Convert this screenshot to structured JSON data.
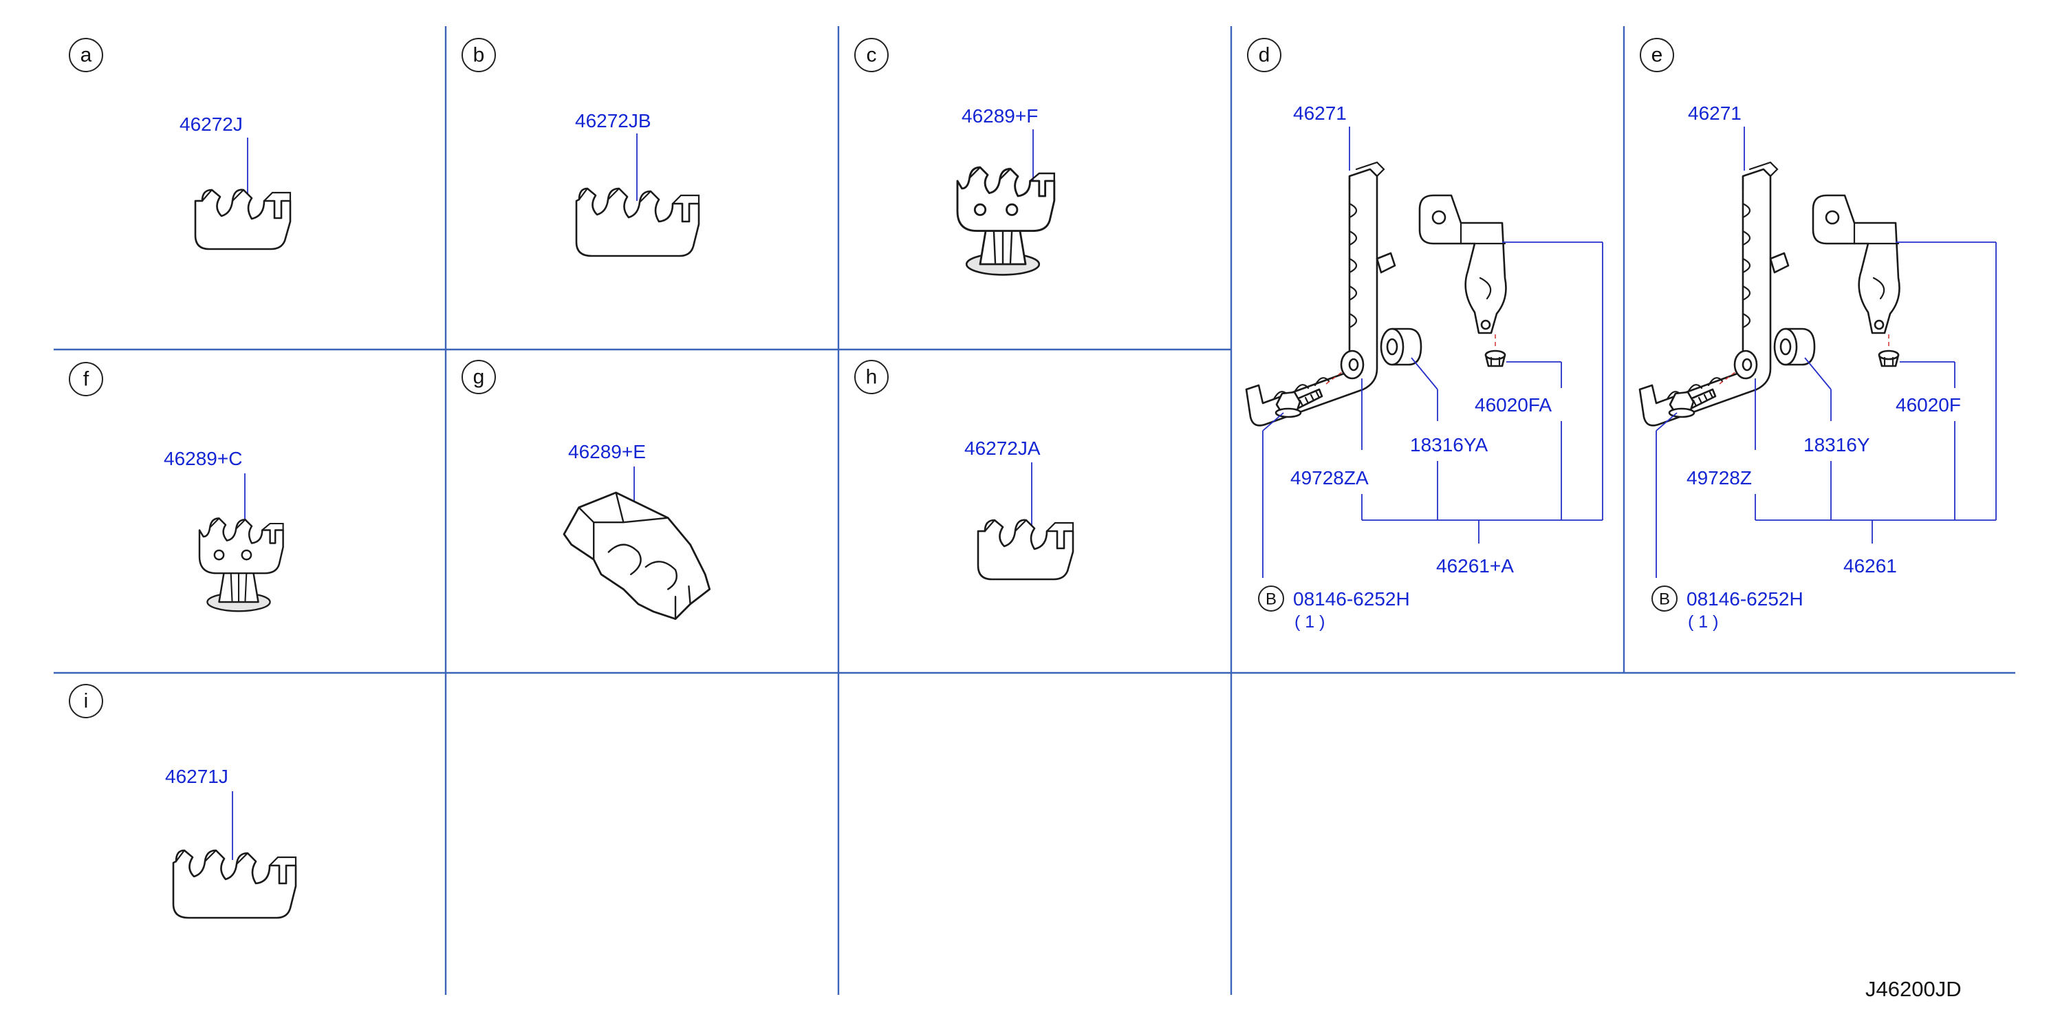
{
  "sections": {
    "a": {
      "letter": "a",
      "part": "46272J"
    },
    "b": {
      "letter": "b",
      "part": "46272JB"
    },
    "c": {
      "letter": "c",
      "part": "46289+F"
    },
    "d": {
      "letter": "d",
      "parts": {
        "clip": "46271",
        "bushing": "18316YA",
        "washer": "49728ZA",
        "nut": "46020FA",
        "assy": "46261+A",
        "bolt_code": "B",
        "bolt": "08146-6252H",
        "bolt_qty": "( 1 )"
      }
    },
    "e": {
      "letter": "e",
      "parts": {
        "clip": "46271",
        "bushing": "18316Y",
        "washer": "49728Z",
        "nut": "46020F",
        "assy": "46261",
        "bolt_code": "B",
        "bolt": "08146-6252H",
        "bolt_qty": "( 1 )"
      }
    },
    "f": {
      "letter": "f",
      "part": "46289+C"
    },
    "g": {
      "letter": "g",
      "part": "46289+E"
    },
    "h": {
      "letter": "h",
      "part": "46272JA"
    },
    "i": {
      "letter": "i",
      "part": "46271J"
    }
  },
  "drawing_ref": "J46200JD",
  "colors": {
    "grid": "#3b63b8",
    "label": "#1426d4",
    "leader": "#2430c9",
    "dash": "#d2332b"
  }
}
